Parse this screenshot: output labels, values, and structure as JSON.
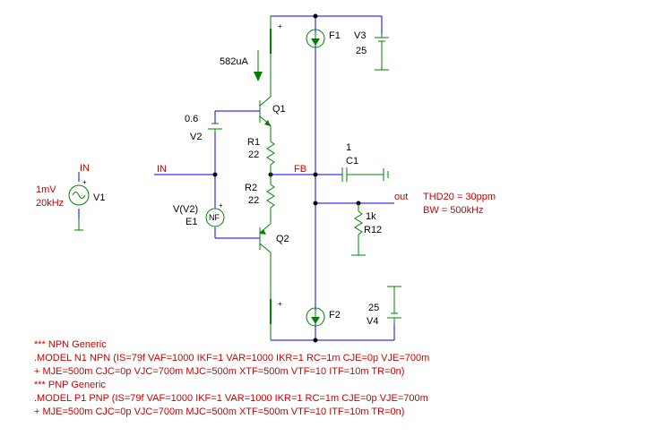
{
  "components": {
    "q1": {
      "ref": "Q1"
    },
    "q2": {
      "ref": "Q2"
    },
    "r1": {
      "ref": "R1",
      "value": "22"
    },
    "r2": {
      "ref": "R2",
      "value": "22"
    },
    "r12": {
      "ref": "R12",
      "value": "1k"
    },
    "c1": {
      "ref": "C1",
      "value": "1"
    },
    "f1": {
      "ref": "F1"
    },
    "f2": {
      "ref": "F2"
    },
    "v1": {
      "ref": "V1",
      "amplitude": "1mV",
      "frequency": "20kHz"
    },
    "v2": {
      "ref": "V2",
      "value": "0.6"
    },
    "v3": {
      "ref": "V3",
      "value": "25"
    },
    "v4": {
      "ref": "V4",
      "value": "25"
    },
    "e1": {
      "ref": "E1",
      "expr": "V(V2)",
      "body": "NF"
    },
    "plus_sign": "+"
  },
  "nets": {
    "in_left": "IN",
    "in_source": "IN",
    "fb": "FB",
    "out": "out"
  },
  "annotations": {
    "bias_current": "582uA",
    "thd": "THD20 = 30ppm",
    "bw": "BW = 500kHz"
  },
  "models": [
    "*** NPN Generic",
    ".MODEL N1 NPN (IS=79f VAF=1000 IKF=1 VAR=1000 IKR=1 RC=1m CJE=0p VJE=700m",
    "+ MJE=500m CJC=0p VJC=700m MJC=500m XTF=500m VTF=10 ITF=10m TR=0n)",
    "*** PNP Generic",
    ".MODEL P1 PNP (IS=79f VAF=1000 IKF=1 VAR=1000 IKR=1 RC=1m CJE=0p VJE=700m",
    "+ MJE=500m CJC=0p VJC=700m MJC=500m XTF=500m VTF=10 ITF=10m TR=0n)"
  ],
  "colors": {
    "wire": "#0000ff",
    "component": "#008000",
    "net_label": "#cc0000",
    "text": "#000000"
  }
}
